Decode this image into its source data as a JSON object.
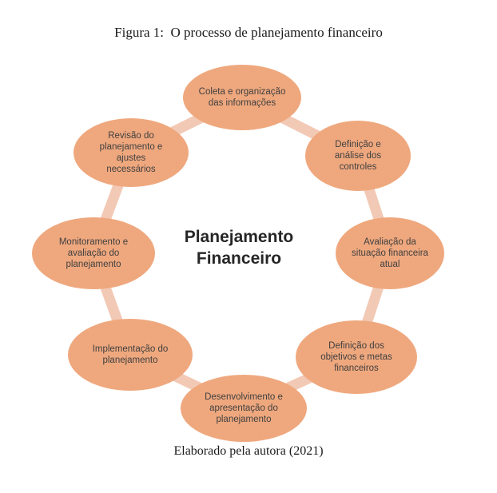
{
  "figure": {
    "title": "Figura 1:  O processo de planejamento financeiro",
    "caption": "Elaborado pela autora (2021)"
  },
  "diagram": {
    "type": "cycle",
    "center_label": "Planejamento Financeiro",
    "colors": {
      "node_fill": "#EFA87E",
      "connector": "#F2C9B5",
      "node_text": "#3F3F3F",
      "center_text": "#262626"
    },
    "nodes": [
      {
        "label": "Coleta e organização das informações"
      },
      {
        "label": "Definição e análise dos controles"
      },
      {
        "label": "Avaliação da situação financeira atual"
      },
      {
        "label": "Definição dos objetivos e metas financeiros"
      },
      {
        "label": "Desenvolvimento e apresentação do planejamento"
      },
      {
        "label": "Implementação do planejamento"
      },
      {
        "label": "Monitoramento e avaliação do planejamento"
      },
      {
        "label": "Revisão do planejamento e ajustes necessários"
      }
    ]
  }
}
